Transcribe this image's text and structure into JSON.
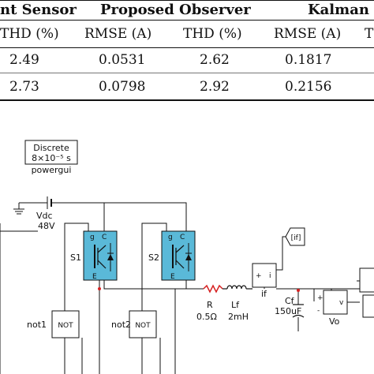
{
  "table": {
    "group_headers": [
      "nt Sensor",
      "Proposed Observer",
      "Kalman F"
    ],
    "sub_headers": [
      "THD (%)",
      "RMSE (A)",
      "THD (%)",
      "RMSE (A)"
    ],
    "edge_header_fragment": "T",
    "rows": [
      [
        "2.49",
        "0.0531",
        "2.62",
        "0.1817"
      ],
      [
        "2.73",
        "0.0798",
        "2.92",
        "0.2156"
      ]
    ]
  },
  "circuit": {
    "powergui": {
      "line1": "Discrete",
      "line2": "8×10⁻⁵ s",
      "caption": "powergui"
    },
    "source": {
      "name": "Vdc",
      "value": "48V"
    },
    "switches": [
      {
        "label": "S1",
        "gate": "g",
        "collector": "C",
        "emitter": "E"
      },
      {
        "label": "S2",
        "gate": "g",
        "collector": "C",
        "emitter": "E"
      }
    ],
    "gates": [
      {
        "name": "not1",
        "text": "NOT"
      },
      {
        "name": "not2",
        "text": "NOT"
      }
    ],
    "resistor": {
      "name": "R",
      "value": "0.5Ω"
    },
    "inductor": {
      "name": "Lf",
      "value": "2mH"
    },
    "capacitor": {
      "name": "Cf",
      "value": "150uF"
    },
    "current_sensor": {
      "name": "if",
      "plus": "+",
      "arrow": "i"
    },
    "voltage_sensor": {
      "name": "Vo",
      "arrow": "v",
      "plus": "+",
      "minus": "-"
    },
    "goto_tag": "[if]"
  }
}
